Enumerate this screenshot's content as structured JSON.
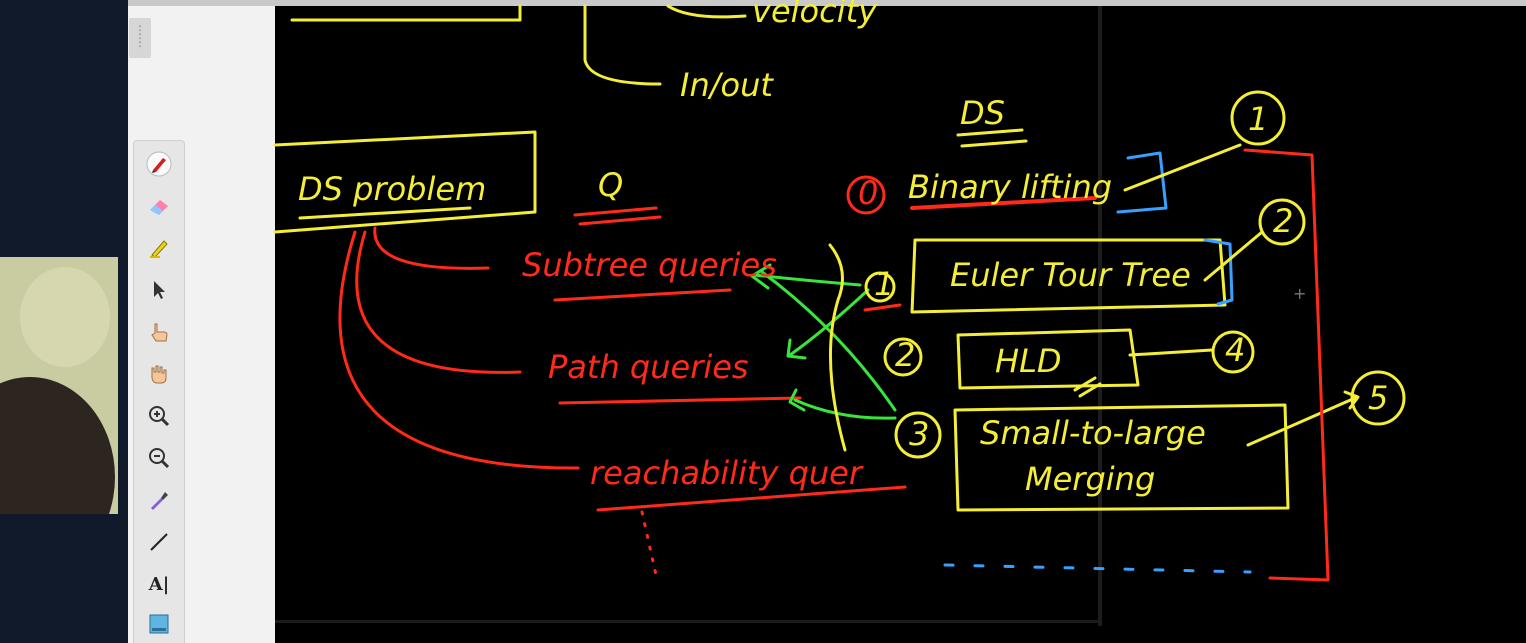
{
  "toolbar": {
    "tools": [
      {
        "name": "pen-icon"
      },
      {
        "name": "eraser-icon"
      },
      {
        "name": "highlighter-icon"
      },
      {
        "name": "pointer-icon"
      },
      {
        "name": "hand-point-icon"
      },
      {
        "name": "hand-pan-icon"
      },
      {
        "name": "zoom-in-icon"
      },
      {
        "name": "zoom-out-icon"
      },
      {
        "name": "color-picker-icon"
      },
      {
        "name": "line-icon"
      },
      {
        "name": "text-tool-icon",
        "label": "A|"
      },
      {
        "name": "image-icon"
      }
    ]
  },
  "whiteboard": {
    "velocity_text": "velocity",
    "in_out_text": "In/out",
    "ds_heading": "DS",
    "ds_problem_label": "DS problem",
    "q_label": "Q",
    "subtree_queries": "Subtree queries",
    "path_queries": "Path queries",
    "reachability_queries": "reachability quer",
    "binary_lifting_num": "0",
    "binary_lifting": "Binary lifting",
    "euler_tour_tree": "Euler Tour Tree",
    "hld": "HLD",
    "small_to_large": "Small-to-large",
    "merging": "Merging",
    "num_1": "1",
    "num_2": "2",
    "num_3": "3",
    "num_4": "4",
    "circle_1": "1",
    "circle_2": "2",
    "circle_3": "3",
    "circle_4": "4",
    "circle_5": "5"
  },
  "colors": {
    "ink_yellow": "#f4ee38",
    "ink_red": "#ff2a1a",
    "ink_green": "#39e53a",
    "ink_blue": "#3aa0ff",
    "toolbar_bg": "#e6e6e6"
  }
}
